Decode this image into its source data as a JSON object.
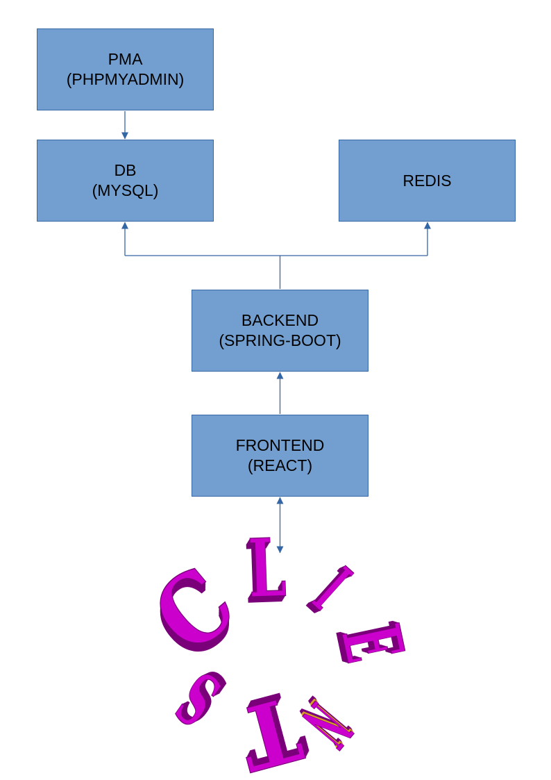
{
  "nodes": {
    "pma": {
      "line1": "PMA",
      "line2": "(PHPMYADMIN)"
    },
    "db": {
      "line1": "DB",
      "line2": "(MYSQL)"
    },
    "redis": {
      "line1": "REDIS"
    },
    "backend": {
      "line1": "BACKEND",
      "line2": "(SPRING-BOOT)"
    },
    "frontend": {
      "line1": "FRONTEND",
      "line2": "(REACT)"
    }
  },
  "client_logo": {
    "text": "CLIENTS"
  },
  "colors": {
    "box_fill": "#729fcf",
    "box_border": "#3465a4",
    "connector": "#3465a4",
    "logo_main": "#cc00cc",
    "logo_shadow": "#7a007a",
    "logo_accent": "#d9a020"
  }
}
